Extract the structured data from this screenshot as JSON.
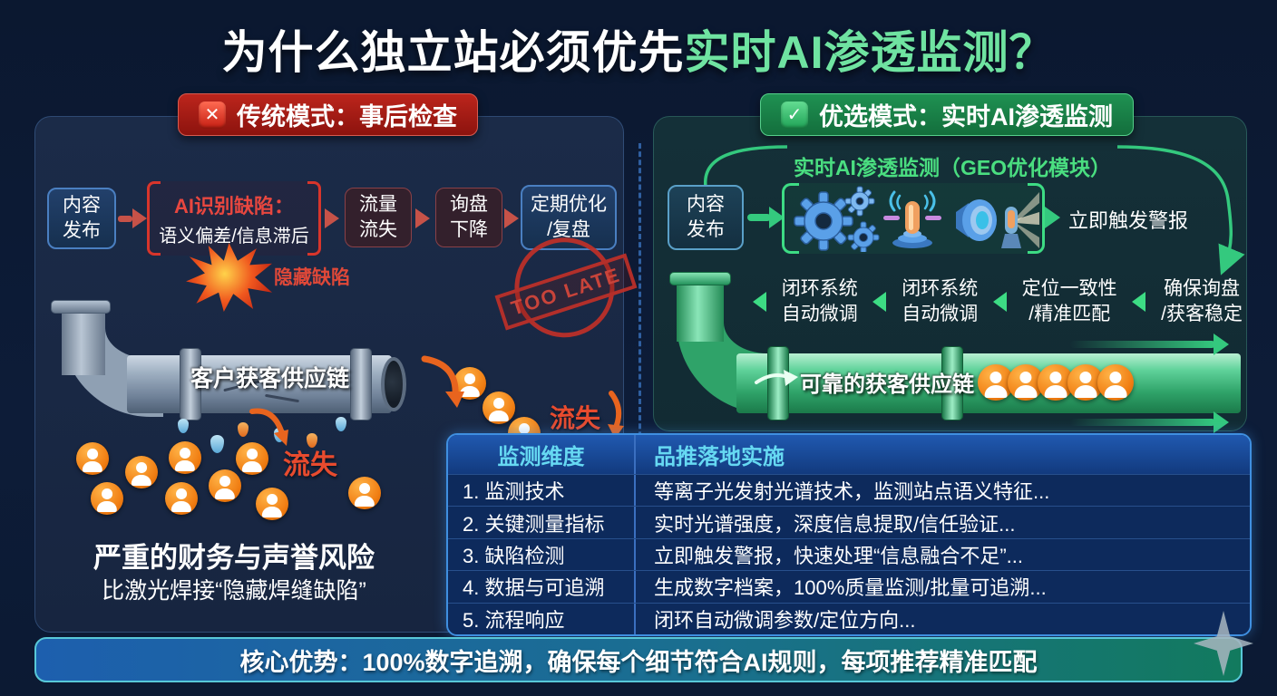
{
  "title": {
    "prefix": "为什么独立站必须优先",
    "highlight": "实时AI渗透监测？"
  },
  "left_panel": {
    "badge": "传统模式：事后检查",
    "badge_icon": "✕",
    "flow": {
      "step1_l1": "内容",
      "step1_l2": "发布",
      "defect_title": "AI识别缺陷：",
      "defect_sub": "语义偏差/信息滞后",
      "step3_l1": "流量",
      "step3_l2": "流失",
      "step4_l1": "询盘",
      "step4_l2": "下降",
      "step5_l1": "定期优化",
      "step5_l2": "/复盘"
    },
    "hidden_defect": "隐藏缺陷",
    "stamp": "TOO LATE",
    "pipe_label": "客户获客供应链",
    "loss_label_1": "流失",
    "loss_label_2": "流失",
    "risk_title": "严重的财务与声誉风险",
    "risk_sub": "比激光焊接“隐藏焊缝缺陷”"
  },
  "right_panel": {
    "badge": "优选模式：实时AI渗透监测",
    "badge_icon": "✓",
    "module_label": "实时AI渗透监测（GEO优化模块）",
    "publish_l1": "内容",
    "publish_l2": "发布",
    "alert_label": "立即触发警报",
    "loop_items": [
      {
        "l1": "闭环系统",
        "l2": "自动微调"
      },
      {
        "l1": "闭环系统",
        "l2": "自动微调"
      },
      {
        "l1": "定位一致性",
        "l2": "/精准匹配"
      },
      {
        "l1": "确保询盘",
        "l2": "/获客稳定"
      }
    ],
    "pipe_label": "可靠的获客供应链"
  },
  "table": {
    "headers": {
      "col1": "监测维度",
      "col2": "品推落地实施"
    },
    "rows": [
      {
        "dim": "1. 监测技术",
        "impl": "等离子光发射光谱技术，监测站点语义特征..."
      },
      {
        "dim": "2. 关键测量指标",
        "impl": "实时光谱强度，深度信息提取/信任验证..."
      },
      {
        "dim": "3. 缺陷检测",
        "impl": "立即触发警报，快速处理“信息融合不足”..."
      },
      {
        "dim": "4. 数据与可追溯",
        "impl": "生成数字档案，100%质量监测/批量可追溯..."
      },
      {
        "dim": "5. 流程响应",
        "impl": "闭环自动微调参数/定位方向..."
      }
    ]
  },
  "footer": {
    "text": "核心优势：100%数字追溯，确保每个细节符合AI规则，每项推荐精准匹配"
  },
  "colors": {
    "background": "#0c1a33",
    "accent_green": "#3ddc84",
    "title_green": "#6fe3a1",
    "alert_red": "#c0392b",
    "person_orange": "#f07d12",
    "table_header_cyan": "#66d9f2",
    "pipe_gray": "#8fa0b3",
    "pipe_green": "#2fa369"
  }
}
